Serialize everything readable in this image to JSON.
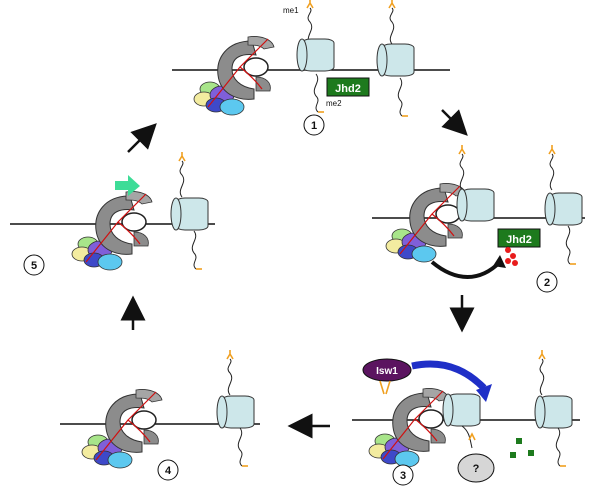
{
  "steps": [
    {
      "number": "1"
    },
    {
      "number": "2"
    },
    {
      "number": "3"
    },
    {
      "number": "4"
    },
    {
      "number": "5"
    }
  ],
  "labels": {
    "jhd2": "Jhd2",
    "isw1": "Isw1",
    "unknown_factor": "?",
    "me1": "me1",
    "me2": "me2"
  },
  "colors": {
    "nucleosome_fill": "#cde7ea",
    "jhd2_fill": "#1d7a1d",
    "isw1_fill": "#5b1460",
    "demethylation_product": "#e81c1c",
    "released_products": "#1d7a1d",
    "forward_arrow": "#3ddc97",
    "remodeling_arrow": "#1f2fc7",
    "methyl_mark": "#f0a020",
    "polymerase_body": "#8c8c8c"
  }
}
